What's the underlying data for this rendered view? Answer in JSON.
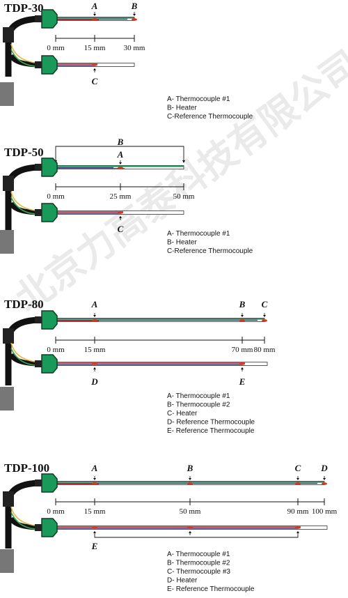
{
  "watermark": "北京力高泰科技有限公司",
  "colors": {
    "probe_green": "#1a9a5a",
    "wire_black": "#111111",
    "lead_yellow": "#e0b63a",
    "lead_green": "#3aa552",
    "plug_gray": "#777777",
    "sheath_blue": "#3b3c8f",
    "sheath_red": "#c8282d",
    "tc_point": "#e03020",
    "text": "#111111"
  },
  "sections": [
    {
      "title": "TDP-30",
      "top_probe": {
        "markers": [
          {
            "letter": "A"
          },
          {
            "letter": "B"
          }
        ]
      },
      "scale": {
        "ticks": [
          "0 mm",
          "15 mm",
          "30 mm"
        ]
      },
      "bottom_probe": {
        "markers": [
          {
            "letter": "C"
          }
        ]
      },
      "legend": [
        "A- Thermocouple #1",
        "B- Heater",
        "C-Reference Thermocouple"
      ]
    },
    {
      "title": "TDP-50",
      "bracket_letter": "B",
      "top_probe": {
        "markers": [
          {
            "letter": "A"
          }
        ]
      },
      "scale": {
        "ticks": [
          "0 mm",
          "25 mm",
          "50 mm"
        ]
      },
      "bottom_probe": {
        "markers": [
          {
            "letter": "C"
          }
        ]
      },
      "legend": [
        "A- Thermocouple #1",
        "B- Heater",
        "C-Reference Thermocouple"
      ]
    },
    {
      "title": "TDP-80",
      "top_probe": {
        "markers": [
          {
            "letter": "A"
          },
          {
            "letter": "B"
          },
          {
            "letter": "C"
          }
        ]
      },
      "scale": {
        "ticks": [
          "0 mm",
          "15 mm",
          "70 mm",
          "80 mm"
        ]
      },
      "bottom_probe": {
        "markers": [
          {
            "letter": "D"
          },
          {
            "letter": "E"
          }
        ]
      },
      "legend": [
        "A- Thermocouple #1",
        "B- Thermocouple #2",
        "C- Heater",
        "D- Reference Thermocouple",
        "E- Reference Thermocouple"
      ]
    },
    {
      "title": "TDP-100",
      "top_probe": {
        "markers": [
          {
            "letter": "A"
          },
          {
            "letter": "B"
          },
          {
            "letter": "C"
          },
          {
            "letter": "D"
          }
        ]
      },
      "scale": {
        "ticks": [
          "0 mm",
          "15 mm",
          "50 mm",
          "90 mm",
          "100 mm"
        ]
      },
      "bottom_probe": {
        "markers": [
          {
            "letter": "E"
          }
        ]
      },
      "legend": [
        "A- Thermocouple #1",
        "B- Thermocouple #2",
        "C- Thermocouple #3",
        "D- Heater",
        "E- Reference Thermocouple"
      ]
    }
  ]
}
